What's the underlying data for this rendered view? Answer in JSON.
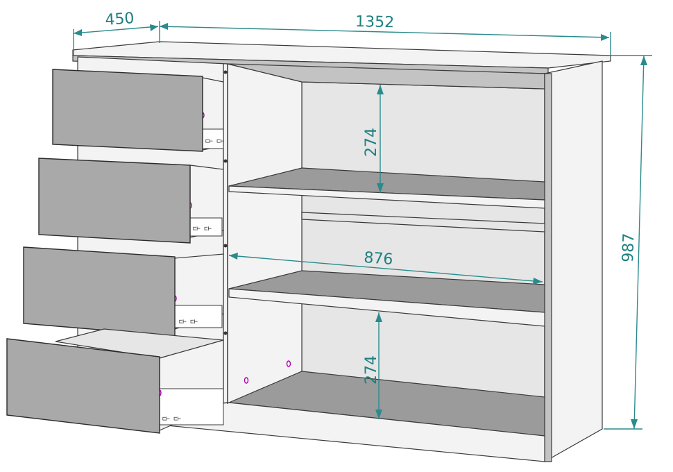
{
  "dimensions": {
    "drawer_depth": "450",
    "total_width": "1352",
    "total_height": "987",
    "shelf_height_top": "274",
    "shelf_width": "876",
    "shelf_height_bottom": "274"
  },
  "colors": {
    "dimension_color": "#2a8a8c",
    "panel_dark": "#9b9b9b",
    "panel_light": "#e6e6e6",
    "drawer_front": "#a9a9a9",
    "knob_color": "#b000b0"
  }
}
